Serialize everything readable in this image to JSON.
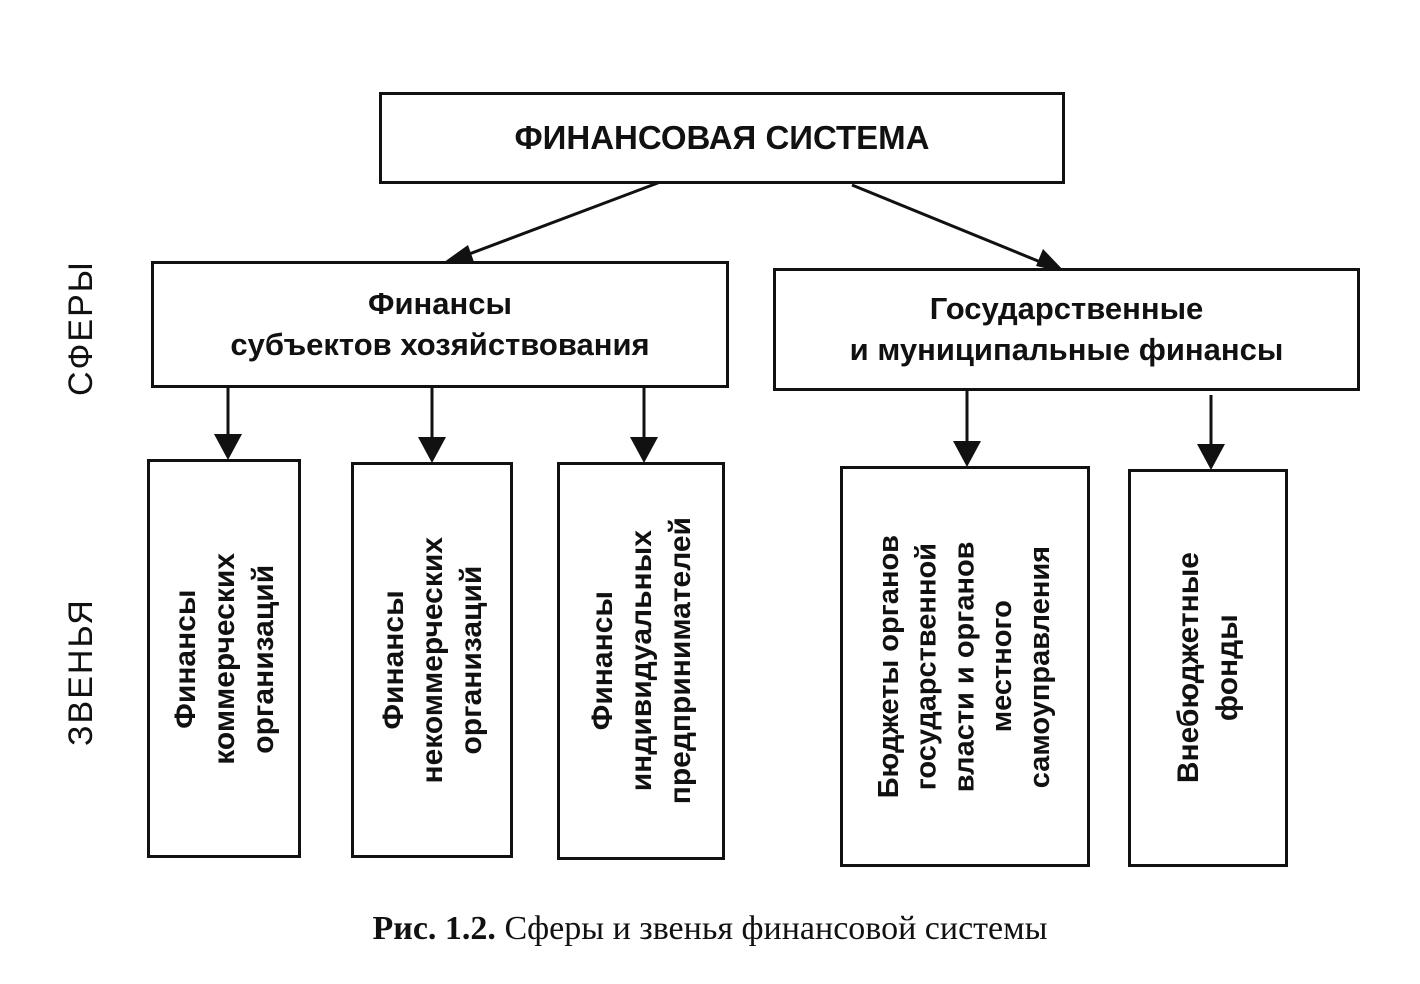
{
  "root": {
    "title": "ФИНАНСОВАЯ СИСТЕМА"
  },
  "labels": {
    "spheres": "СФЕРЫ",
    "links": "ЗВЕНЬЯ"
  },
  "spheres": [
    {
      "label": "Финансы\nсубъектов хозяйствования"
    },
    {
      "label": "Государственные\nи муниципальные финансы"
    }
  ],
  "links": [
    {
      "label": "Финансы\nкоммерческих\nорганизаций"
    },
    {
      "label": "Финансы\nнекоммерческих\nорганизаций"
    },
    {
      "label": "Финансы\nиндивидуальных\nпредпринимателей"
    },
    {
      "label": "Бюджеты органов\nгосударственной\nвласти и органов\nместного\nсамоуправления"
    },
    {
      "label": "Внебюджетные\nфонды"
    }
  ],
  "caption": {
    "number": "Рис. 1.2.",
    "text": " Сферы и звенья финансовой системы"
  }
}
